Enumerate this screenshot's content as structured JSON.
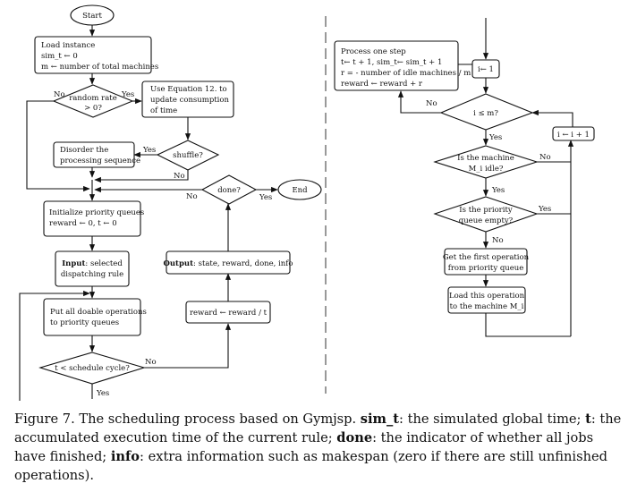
{
  "nodes": {
    "start": "Start",
    "load": [
      "Load instance",
      "sim_t ← 0",
      "m ← number of total machines"
    ],
    "random_rate": [
      "random rate",
      "> 0?"
    ],
    "use_eq": [
      "Use Equation 12.  to",
      "update consumption",
      "of time"
    ],
    "disorder": [
      "Disorder the",
      "processing sequence"
    ],
    "shuffle": "shuffle?",
    "done": "done?",
    "end": "End",
    "init_pq": [
      "Initialize priority queues",
      "reward ←  0, t ← 0"
    ],
    "input": {
      "bold": "Input",
      "rest": ": selected",
      "line2": "dispatching rule"
    },
    "output": {
      "bold": "Output",
      "rest": ": state, reward, done, info"
    },
    "put_ops": [
      "Put all doable operations",
      "to priority queues"
    ],
    "reward_div": "reward ← reward / t",
    "schedule_cycle": "t < schedule cycle?",
    "process_step": [
      "Process one step",
      "t← t + 1, sim_t← sim_t + 1",
      "r = - number of idle machines / m",
      "reward ← reward + r"
    ],
    "i_init": "i← 1",
    "i_le_m": "i ≤ m?",
    "i_inc": "i ← i + 1",
    "machine_idle": [
      "Is the machine",
      "M_i idle?"
    ],
    "queue_empty": [
      "Is the priority",
      "queue empty?"
    ],
    "get_first": [
      "Get the first operation",
      "from priority queue"
    ],
    "load_op": [
      "Load this operation",
      "to the machine M_i"
    ]
  },
  "edge_labels": {
    "no": "No",
    "yes": "Yes"
  },
  "caption": {
    "lead": "Figure 7. The scheduling process based on Gymjsp. ",
    "term1": "sim_t",
    "desc1": ": the simulated global time; ",
    "term2": "t",
    "desc2": ": the accumulated execution time of the current rule; ",
    "term3": "done",
    "desc3": ": the indicator of whether all jobs have finished; ",
    "term4": "info",
    "desc4": ": extra information such as makespan (zero if there are still unfinished operations)."
  }
}
